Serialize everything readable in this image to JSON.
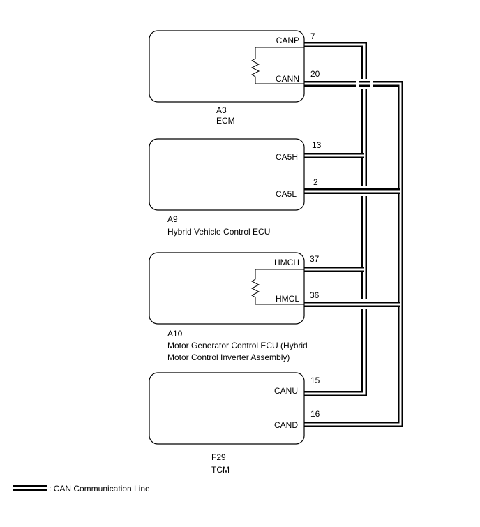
{
  "ecus": [
    {
      "id": "ecm",
      "code": "A3",
      "name_lines": [
        "ECM"
      ],
      "pins": [
        {
          "label": "CANP",
          "number": "7"
        },
        {
          "label": "CANN",
          "number": "20"
        }
      ]
    },
    {
      "id": "hv",
      "code": "A9",
      "name_lines": [
        "Hybrid Vehicle Control ECU"
      ],
      "pins": [
        {
          "label": "CA5H",
          "number": "13"
        },
        {
          "label": "CA5L",
          "number": "2"
        }
      ]
    },
    {
      "id": "mg",
      "code": "A10",
      "name_lines": [
        "Motor Generator Control ECU (Hybrid",
        "Motor Control Inverter Assembly)"
      ],
      "pins": [
        {
          "label": "HMCH",
          "number": "37"
        },
        {
          "label": "HMCL",
          "number": "36"
        }
      ]
    },
    {
      "id": "tcm",
      "code": "F29",
      "name_lines": [
        "TCM"
      ],
      "pins": [
        {
          "label": "CANU",
          "number": "15"
        },
        {
          "label": "CAND",
          "number": "16"
        }
      ]
    }
  ],
  "legend": {
    "label": ": CAN Communication Line"
  }
}
